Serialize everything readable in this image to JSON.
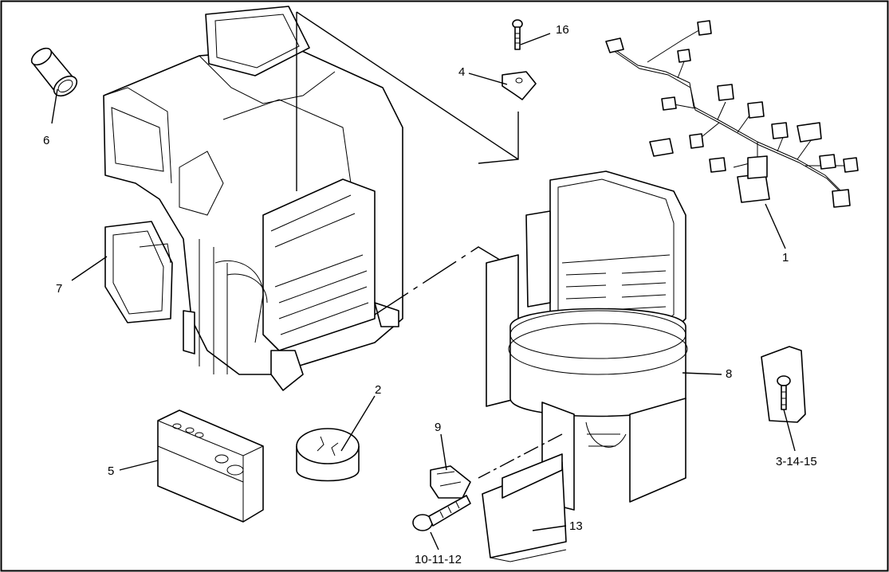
{
  "callouts": {
    "c1": "1",
    "c2": "2",
    "c3": "3-14-15",
    "c4": "4",
    "c5": "5",
    "c6": "6",
    "c7": "7",
    "c8": "8",
    "c9": "9",
    "c10": "10-11-12",
    "c13": "13",
    "c16": "16"
  }
}
